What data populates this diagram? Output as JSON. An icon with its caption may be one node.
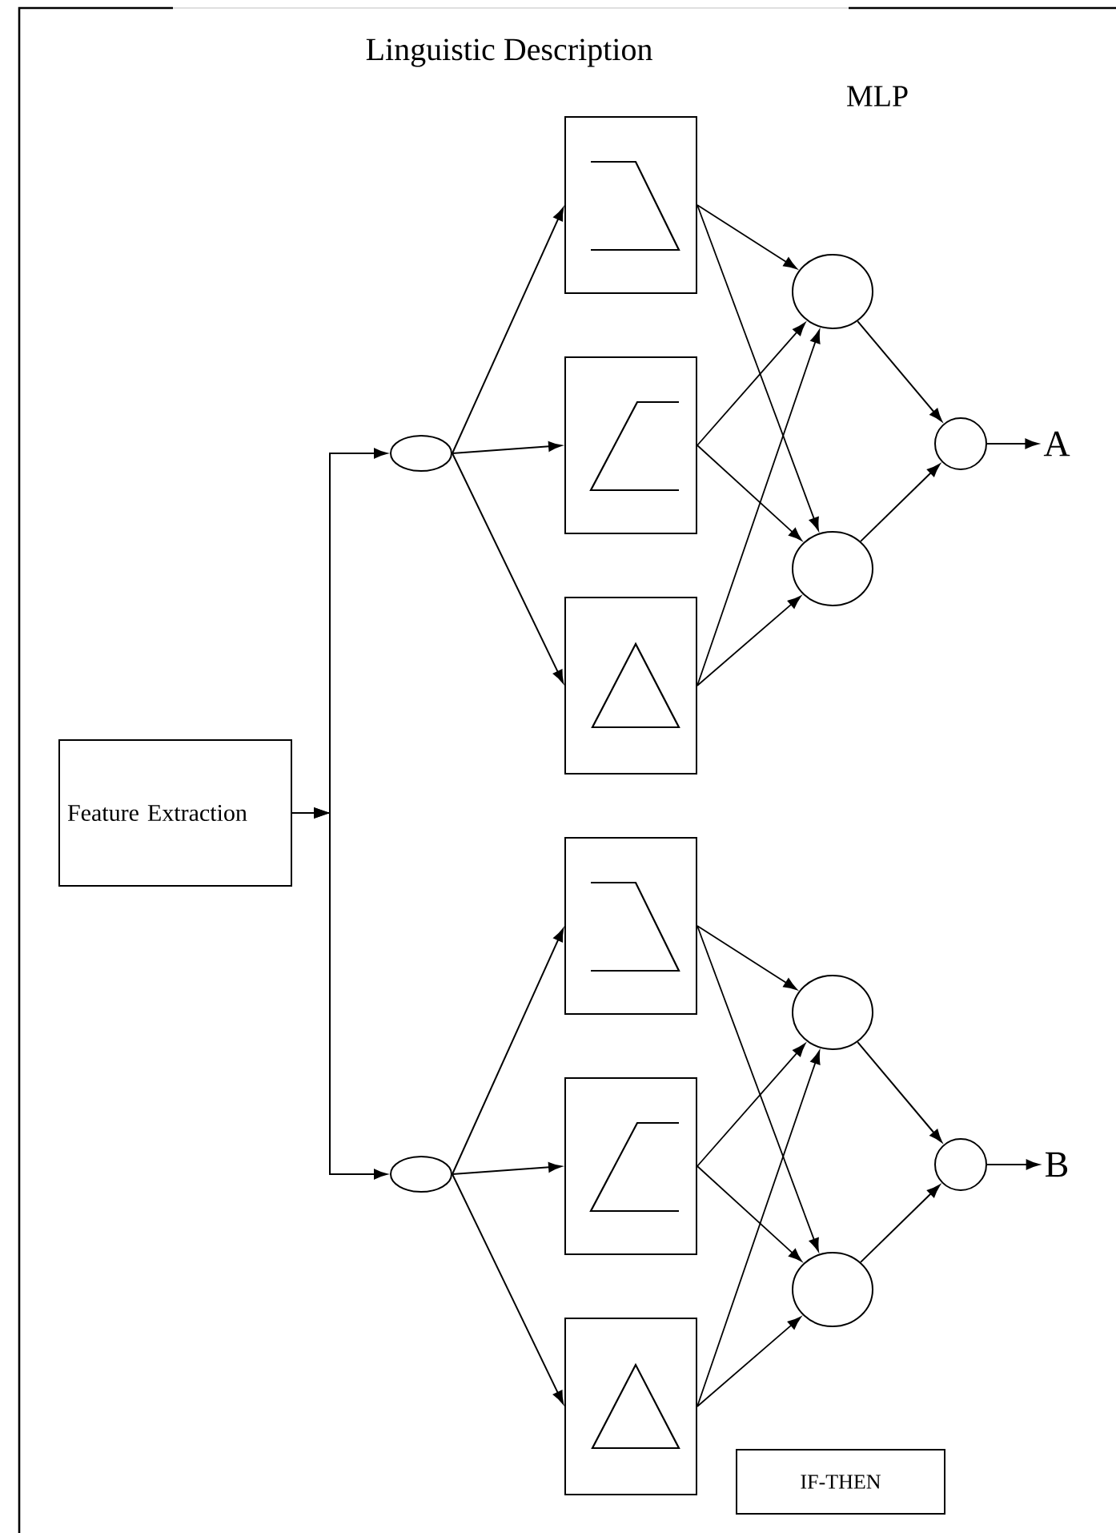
{
  "diagram": {
    "title": "Linguistic Description",
    "nodes": [
      {
        "text": [
          "Feature Extraction"
        ]
      },
      {
        "text": [],
        "shape": "ellipse"
      },
      {
        "text": [],
        "shape": "box"
      },
      {
        "text": [],
        "shape": "box"
      },
      {
        "text": [],
        "shape": "box"
      },
      {
        "text": [],
        "shape": "circle"
      },
      {
        "text": [],
        "shape": "circle"
      },
      {
        "text": [],
        "shape": "circle"
      },
      {
        "text": [
          "A"
        ]
      },
      {
        "text": [],
        "shape": "ellipse"
      },
      {
        "text": [],
        "shape": "box"
      },
      {
        "text": [],
        "shape": "box"
      },
      {
        "text": [],
        "shape": "box"
      },
      {
        "text": [],
        "shape": "circle"
      },
      {
        "text": [],
        "shape": "circle"
      },
      {
        "text": [],
        "shape": "circle"
      },
      {
        "text": [
          "B"
        ]
      },
      {
        "text": [
          "IF-THEN"
        ]
      }
    ],
    "edges": [
      {
        "from": 0,
        "to": 1,
        "arrow": "to"
      },
      {
        "from": 1,
        "to": 2,
        "arrow": "to"
      },
      {
        "from": 1,
        "to": 3,
        "arrow": "to"
      },
      {
        "from": 1,
        "to": 4,
        "arrow": "to"
      },
      {
        "from": 2,
        "to": 5,
        "arrow": "to"
      },
      {
        "from": 2,
        "to": 6,
        "arrow": "to"
      },
      {
        "from": 3,
        "to": 5,
        "arrow": "to"
      },
      {
        "from": 3,
        "to": 6,
        "arrow": "to"
      },
      {
        "from": 4,
        "to": 5,
        "arrow": "to"
      },
      {
        "from": 4,
        "to": 6,
        "arrow": "to"
      },
      {
        "from": 5,
        "to": 7,
        "arrow": "to"
      },
      {
        "from": 6,
        "to": 7,
        "arrow": "to"
      },
      {
        "from": 7,
        "to": 8,
        "arrow": "to"
      },
      {
        "from": 0,
        "to": 9,
        "arrow": "to"
      },
      {
        "from": 9,
        "to": 10,
        "arrow": "to"
      },
      {
        "from": 9,
        "to": 11,
        "arrow": "to"
      },
      {
        "from": 9,
        "to": 12,
        "arrow": "to"
      },
      {
        "from": 10,
        "to": 13,
        "arrow": "to"
      },
      {
        "from": 10,
        "to": 14,
        "arrow": "to"
      },
      {
        "from": 11,
        "to": 13,
        "arrow": "to"
      },
      {
        "from": 11,
        "to": 14,
        "arrow": "to"
      },
      {
        "from": 12,
        "to": 13,
        "arrow": "to"
      },
      {
        "from": 12,
        "to": 14,
        "arrow": "to"
      },
      {
        "from": 13,
        "to": 15,
        "arrow": "to"
      },
      {
        "from": 14,
        "to": 15,
        "arrow": "to"
      },
      {
        "from": 15,
        "to": 16,
        "arrow": "to"
      }
    ],
    "labels": [
      "MLP"
    ]
  }
}
